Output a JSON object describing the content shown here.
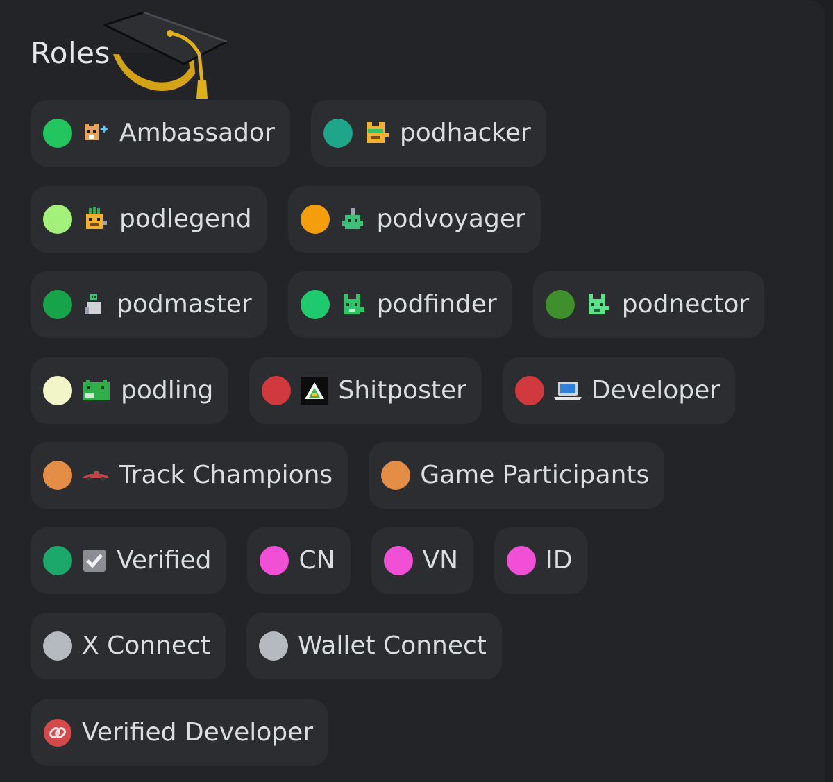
{
  "section": {
    "title": "Roles"
  },
  "roles": [
    {
      "name": "Ambassador",
      "color": "#23c55e",
      "icon": "fox-sparkle-icon"
    },
    {
      "name": "podhacker",
      "color": "#1fa58a",
      "icon": "pixel-critter-hacker-icon"
    },
    {
      "name": "podlegend",
      "color": "#a3f07a",
      "icon": "pixel-critter-legend-icon"
    },
    {
      "name": "podvoyager",
      "color": "#f59e0b",
      "icon": "pixel-critter-voyager-icon"
    },
    {
      "name": "podmaster",
      "color": "#16a34a",
      "icon": "pixel-critter-master-icon"
    },
    {
      "name": "podfinder",
      "color": "#1fca6e",
      "icon": "pixel-critter-finder-icon"
    },
    {
      "name": "podnector",
      "color": "#3f8f2c",
      "icon": "pixel-critter-nector-icon"
    },
    {
      "name": "podling",
      "color": "#f2f5c8",
      "icon": "pixel-critter-podling-icon"
    },
    {
      "name": "Shitposter",
      "color": "#d03a3f",
      "icon": "triangle-meme-icon"
    },
    {
      "name": "Developer",
      "color": "#d03a3f",
      "icon": "laptop-icon"
    },
    {
      "name": "Track Champions",
      "color": "#e38d46",
      "icon": "race-car-icon"
    },
    {
      "name": "Game Participants",
      "color": "#e38d46",
      "icon": ""
    },
    {
      "name": "Verified",
      "color": "#1ba86a",
      "icon": "checkbox-icon"
    },
    {
      "name": "CN",
      "color": "#f04fd6",
      "icon": ""
    },
    {
      "name": "VN",
      "color": "#f04fd6",
      "icon": ""
    },
    {
      "name": "ID",
      "color": "#f04fd6",
      "icon": ""
    },
    {
      "name": "X Connect",
      "color": "#b5bac1",
      "icon": ""
    },
    {
      "name": "Wallet Connect",
      "color": "#b5bac1",
      "icon": ""
    },
    {
      "name": "Verified Developer",
      "color": "#d44a4a",
      "icon": "link-badge-icon"
    }
  ]
}
